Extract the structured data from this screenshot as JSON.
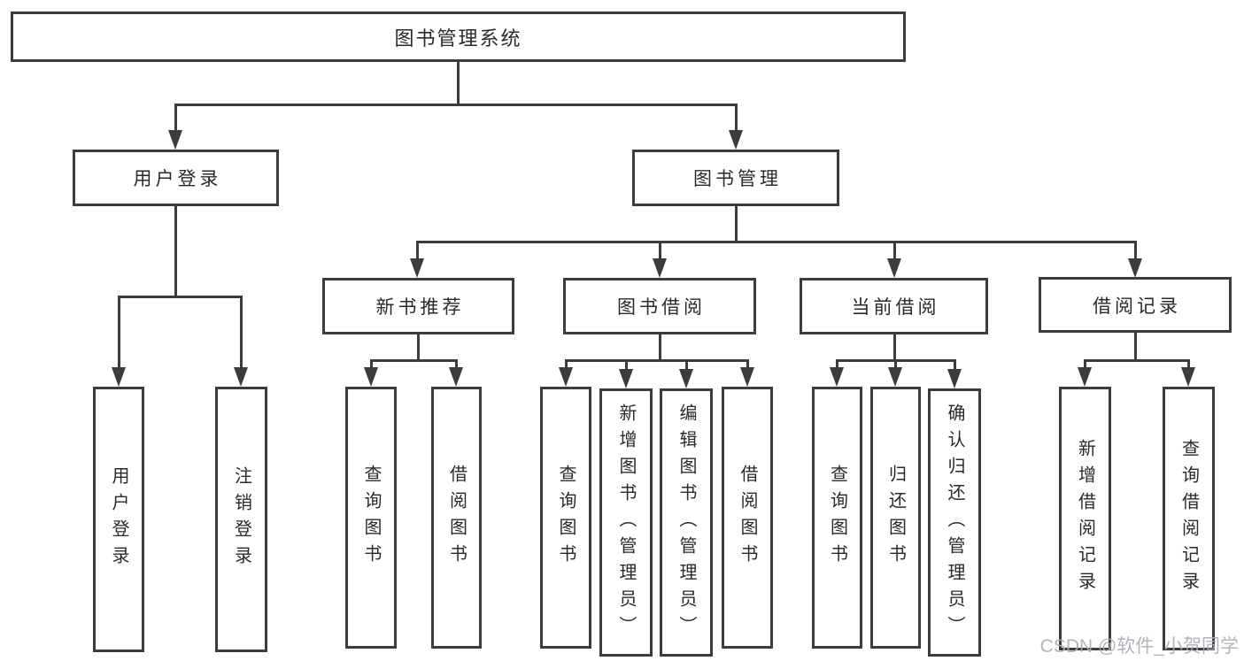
{
  "tree": {
    "label": "图书管理系统",
    "children": [
      {
        "label": "用户登录",
        "children": [
          {
            "label": "用户登录"
          },
          {
            "label": "注销登录"
          }
        ]
      },
      {
        "label": "图书管理",
        "children": [
          {
            "label": "新书推荐",
            "children": [
              {
                "label": "查询图书"
              },
              {
                "label": "借阅图书"
              }
            ]
          },
          {
            "label": "图书借阅",
            "children": [
              {
                "label": "查询图书"
              },
              {
                "label": "新增图书（管理员）"
              },
              {
                "label": "编辑图书（管理员）"
              },
              {
                "label": "借阅图书"
              }
            ]
          },
          {
            "label": "当前借阅",
            "children": [
              {
                "label": "查询图书"
              },
              {
                "label": "归还图书"
              },
              {
                "label": "确认归还（管理员）"
              }
            ]
          },
          {
            "label": "借阅记录",
            "children": [
              {
                "label": "新增借阅记录"
              },
              {
                "label": "查询借阅记录"
              }
            ]
          }
        ]
      }
    ]
  },
  "watermark": {
    "text": "CSDN @软件_小贺同学"
  },
  "colors": {
    "line": "#3c3c3c",
    "text": "#2a2a2a",
    "background": "#ffffff",
    "watermark": "#a9aeb4"
  }
}
